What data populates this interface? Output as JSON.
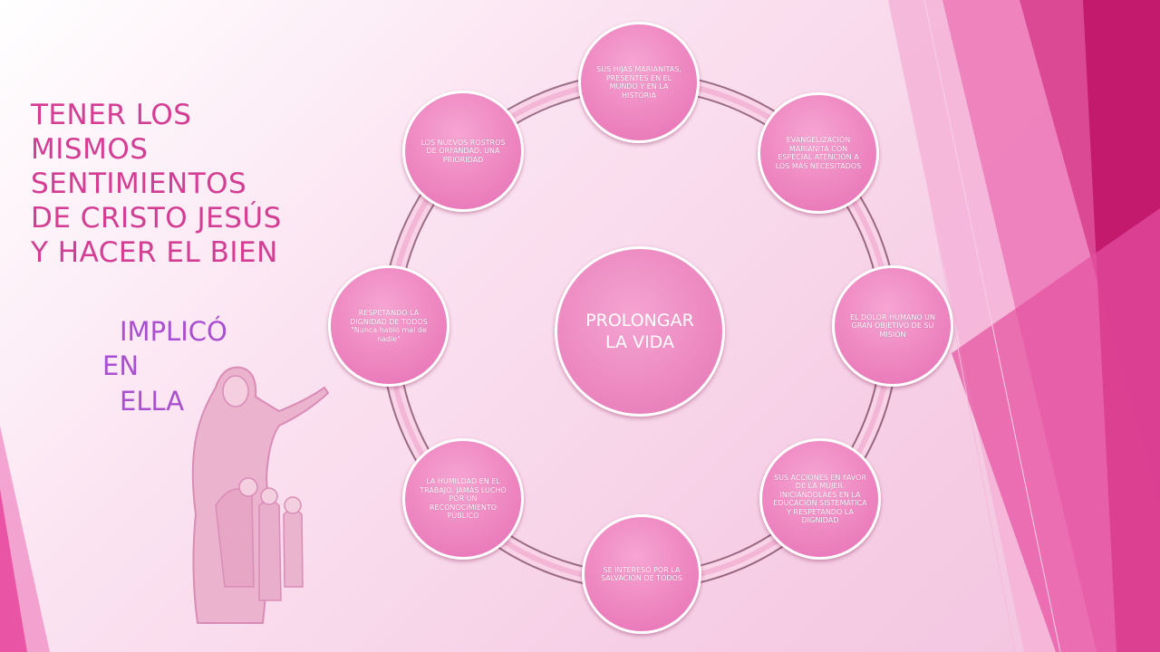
{
  "title_lines": [
    "TENER LOS",
    "MISMOS",
    "SENTIMIENTOS",
    "DE CRISTO JESÚS",
    "Y HACER EL BIEN"
  ],
  "subtitle_lines": [
    "IMPLICÓ",
    "EN",
    "ELLA"
  ],
  "center": "PROLONGAR LA VIDA",
  "nodes": [
    "SUS HIJAS MARIANITAS, PRESENTES EN EL MUNDO Y EN LA HISTORIA",
    "EVANGELIZACIÓN MARIANITA CON ESPECIAL ATENCIÓN A LOS MÁS NECESITADOS",
    "EL DOLOR HUMANO UN GRAN OBJETIVO DE SU MISIÓN",
    "SUS ACCIONES EN FAVOR DE LA MUJER. INICIÁNDOLAES EN LA EDUCACIÓN SISTEMÁTICA Y RESPETANDO LA DIGNIDAD",
    "SE INTERESÓ POR LA SALVACIÓN DE TODOS",
    "LA HUMILDAD EN EL TRABAJO. JAMÁS LUCHÓ POR UN RECONOCIMIENTO PÚBLICO",
    "RESPETANDO LA DIGNIDAD DE TODOS \"Nunca habló mal de nadie\"",
    "LOS NUEVOS ROSTROS DE ORFANDAD. UNA PRIORIDAD"
  ],
  "colors": {
    "title": "#d33d93",
    "subtitle": "#a94fd0",
    "node": "#ee86c1",
    "accent": "#c2186b"
  }
}
